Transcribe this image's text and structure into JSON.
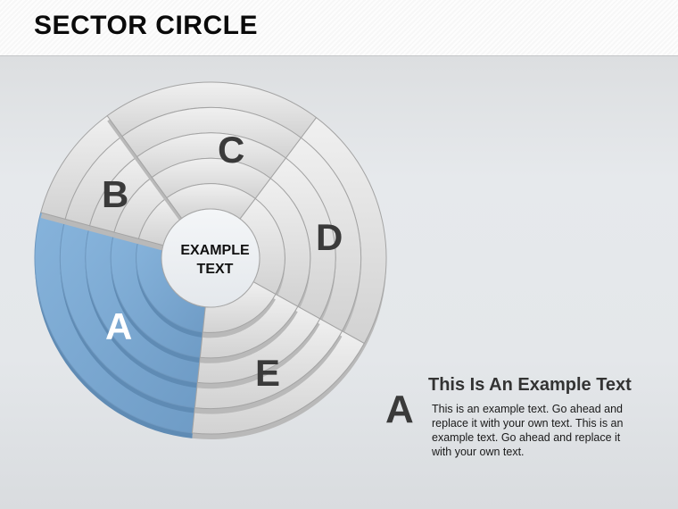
{
  "header": {
    "title": "SECTOR CIRCLE"
  },
  "diagram": {
    "center_text": [
      "EXAMPLE",
      "TEXT"
    ],
    "highlight_color": "#7aa9d3",
    "neutral_color": "#e4e4e4",
    "rings": 5,
    "sectors": [
      {
        "label": "A",
        "highlighted": true
      },
      {
        "label": "B",
        "highlighted": false
      },
      {
        "label": "C",
        "highlighted": false
      },
      {
        "label": "D",
        "highlighted": false
      },
      {
        "label": "E",
        "highlighted": false
      }
    ]
  },
  "description": {
    "letter": "A",
    "heading": "This Is An Example Text",
    "body": "This is an example text. Go ahead and replace it with your own text. This is an example text. Go ahead and replace it with your own text."
  }
}
